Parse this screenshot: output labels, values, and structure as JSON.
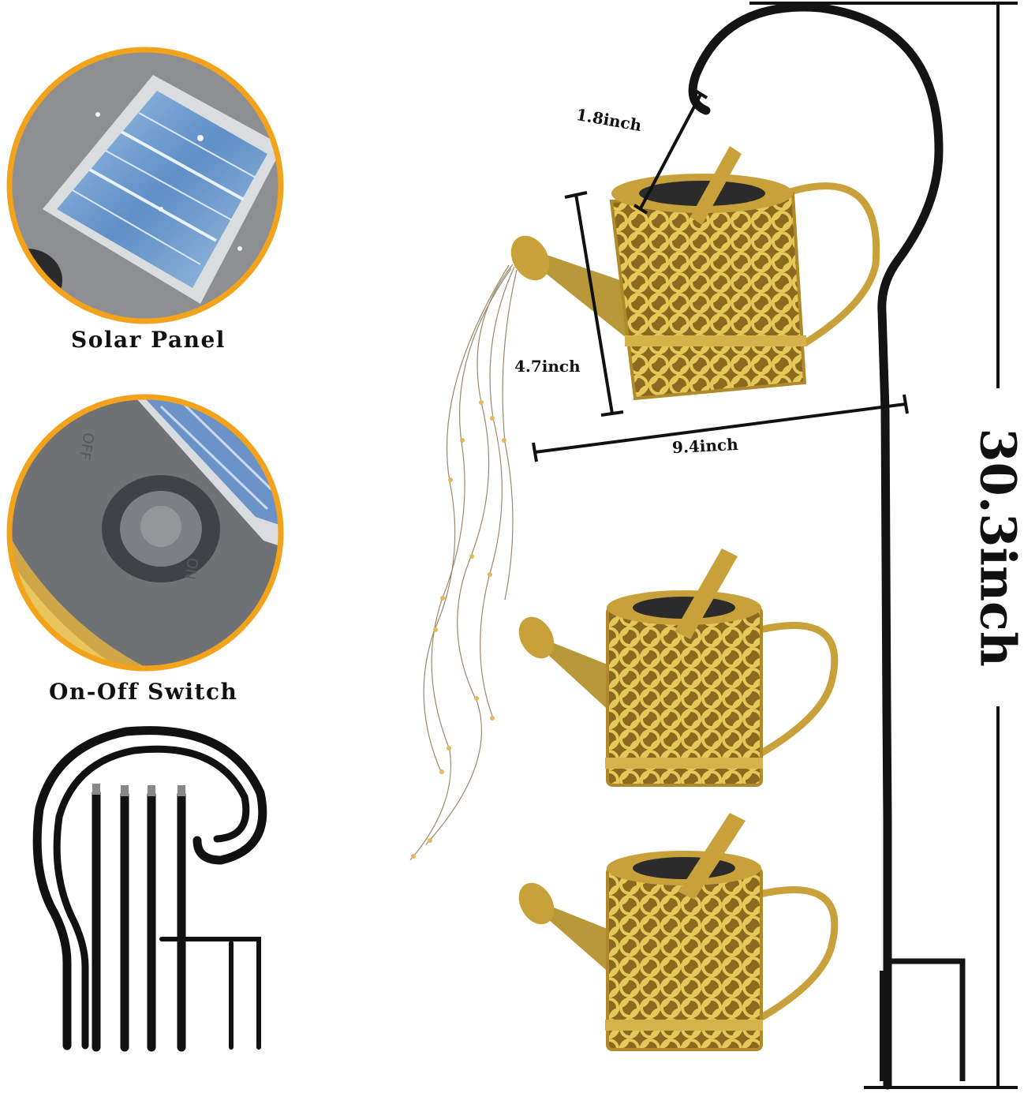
{
  "callouts": {
    "solar_panel": "Solar Panel",
    "switch": "On-Off Switch"
  },
  "dimensions": {
    "handle": "1.8inch",
    "can_height": "4.7inch",
    "can_width": "9.4inch",
    "total_height": "30.3inch"
  },
  "switch_markings": {
    "off": "OFF",
    "on": "ON"
  },
  "colors": {
    "circle_border": "#f2a21b",
    "gold": "#c9a13a",
    "iron": "#141414"
  }
}
